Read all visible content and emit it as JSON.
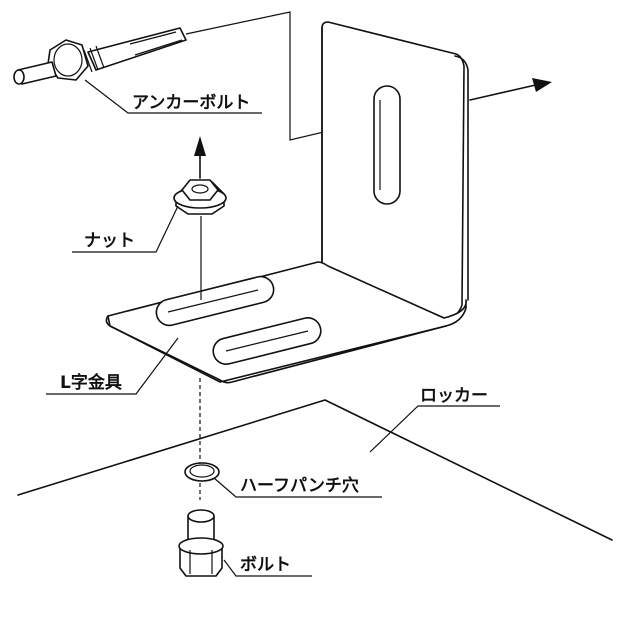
{
  "labels": {
    "anchor_bolt": "アンカーボルト",
    "nut": "ナット",
    "l_bracket": "L字金具",
    "locker": "ロッカー",
    "half_punch_hole": "ハーフパンチ穴",
    "bolt": "ボルト"
  },
  "colors": {
    "line": "#111111",
    "background": "#ffffff"
  }
}
